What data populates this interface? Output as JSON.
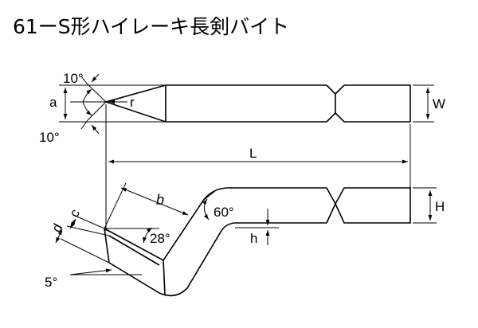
{
  "title": "61ーS形ハイレーキ長剣バイト",
  "labels": {
    "angle_top": "10°",
    "angle_bottom": "10°",
    "dim_a": "a",
    "dim_r": "r",
    "dim_W": "W",
    "dim_L": "L",
    "dim_b": "b",
    "angle_60": "60°",
    "dim_H": "H",
    "dim_c": "c",
    "dim_d": "d",
    "angle_28": "28°",
    "dim_h": "h",
    "angle_5": "5°"
  }
}
